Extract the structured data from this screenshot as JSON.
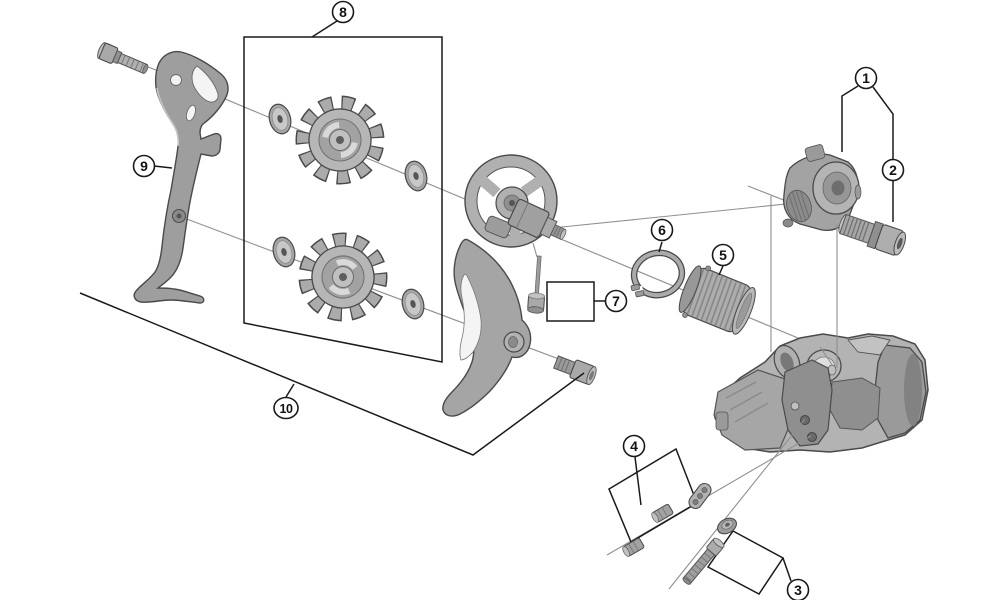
{
  "diagram": {
    "kind": "exploded-parts-diagram",
    "subject": "bicycle rear derailleur parts schematic",
    "background": "#ffffff"
  },
  "colors": {
    "callout_line": "#1a1a1a",
    "axis_line": "#8f8f8f",
    "part_outline": "#4a4a4a",
    "part_light": "#c2c2c2",
    "part_mid": "#a6a6a6",
    "part_dark": "#8c8c8c"
  },
  "callouts": [
    {
      "label": "1"
    },
    {
      "label": "2"
    },
    {
      "label": "3"
    },
    {
      "label": "4"
    },
    {
      "label": "5"
    },
    {
      "label": "6"
    },
    {
      "label": "7"
    },
    {
      "label": "8"
    },
    {
      "label": "9"
    },
    {
      "label": "10"
    }
  ]
}
